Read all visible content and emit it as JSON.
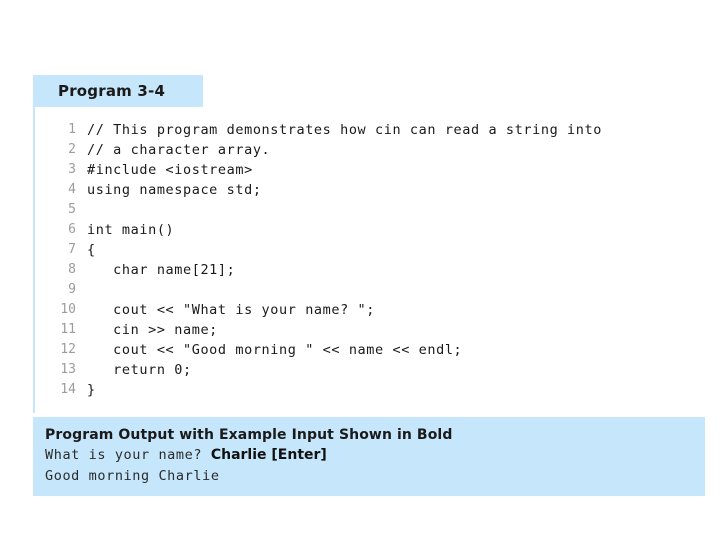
{
  "figure": {
    "tab": {
      "title": "Program 3-4"
    },
    "code": {
      "lines": [
        {
          "number": "1",
          "text": "// This program demonstrates how cin can read a string into"
        },
        {
          "number": "2",
          "text": "// a character array."
        },
        {
          "number": "3",
          "text": "#include <iostream>"
        },
        {
          "number": "4",
          "text": "using namespace std;"
        },
        {
          "number": "5",
          "text": ""
        },
        {
          "number": "6",
          "text": "int main()"
        },
        {
          "number": "7",
          "text": "{"
        },
        {
          "number": "8",
          "text": "   char name[21];"
        },
        {
          "number": "9",
          "text": ""
        },
        {
          "number": "10",
          "text": "   cout << \"What is your name? \";"
        },
        {
          "number": "11",
          "text": "   cin >> name;"
        },
        {
          "number": "12",
          "text": "   cout << \"Good morning \" << name << endl;"
        },
        {
          "number": "13",
          "text": "   return 0;"
        },
        {
          "number": "14",
          "text": "}"
        }
      ]
    },
    "output": {
      "heading": "Program Output with Example Input Shown in Bold",
      "line1_prompt": "What is your name? ",
      "line1_input": "Charlie [Enter]",
      "line2": "Good morning Charlie"
    }
  },
  "colors": {
    "panel_blue": "#c6e7fb",
    "page_white": "#ffffff",
    "code_text": "#1a1a1a",
    "line_number_gray": "#9c9c9c"
  }
}
